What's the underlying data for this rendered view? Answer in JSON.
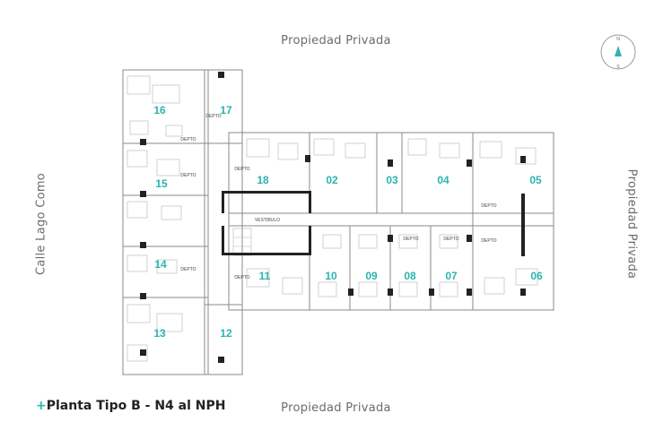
{
  "streets": {
    "top": "Propiedad Privada",
    "bottom": "Propiedad Privada",
    "left": "Calle Lago Como",
    "right": "Propiedad Privada"
  },
  "title": {
    "plus": "+",
    "text": "Planta Tipo B - N4 al NPH"
  },
  "compass": {
    "north": "N",
    "south": "S",
    "icon": "north-arrow-icon"
  },
  "colors": {
    "accent": "#2ab5ad",
    "wall": "#222222",
    "line": "#8a8a8a"
  },
  "labels": {
    "lobby": "VESTIBULO",
    "depto": "DEPTO"
  },
  "units": {
    "u01": "02",
    "u02": "03",
    "u03": "04",
    "u04": "05",
    "u05": "06",
    "u06": "07",
    "u07": "08",
    "u08": "09",
    "u09": "10",
    "u10": "11",
    "u11": "12",
    "u12": "13",
    "u13": "14",
    "u14": "15",
    "u15": "16",
    "u16": "17",
    "u17": "18"
  }
}
